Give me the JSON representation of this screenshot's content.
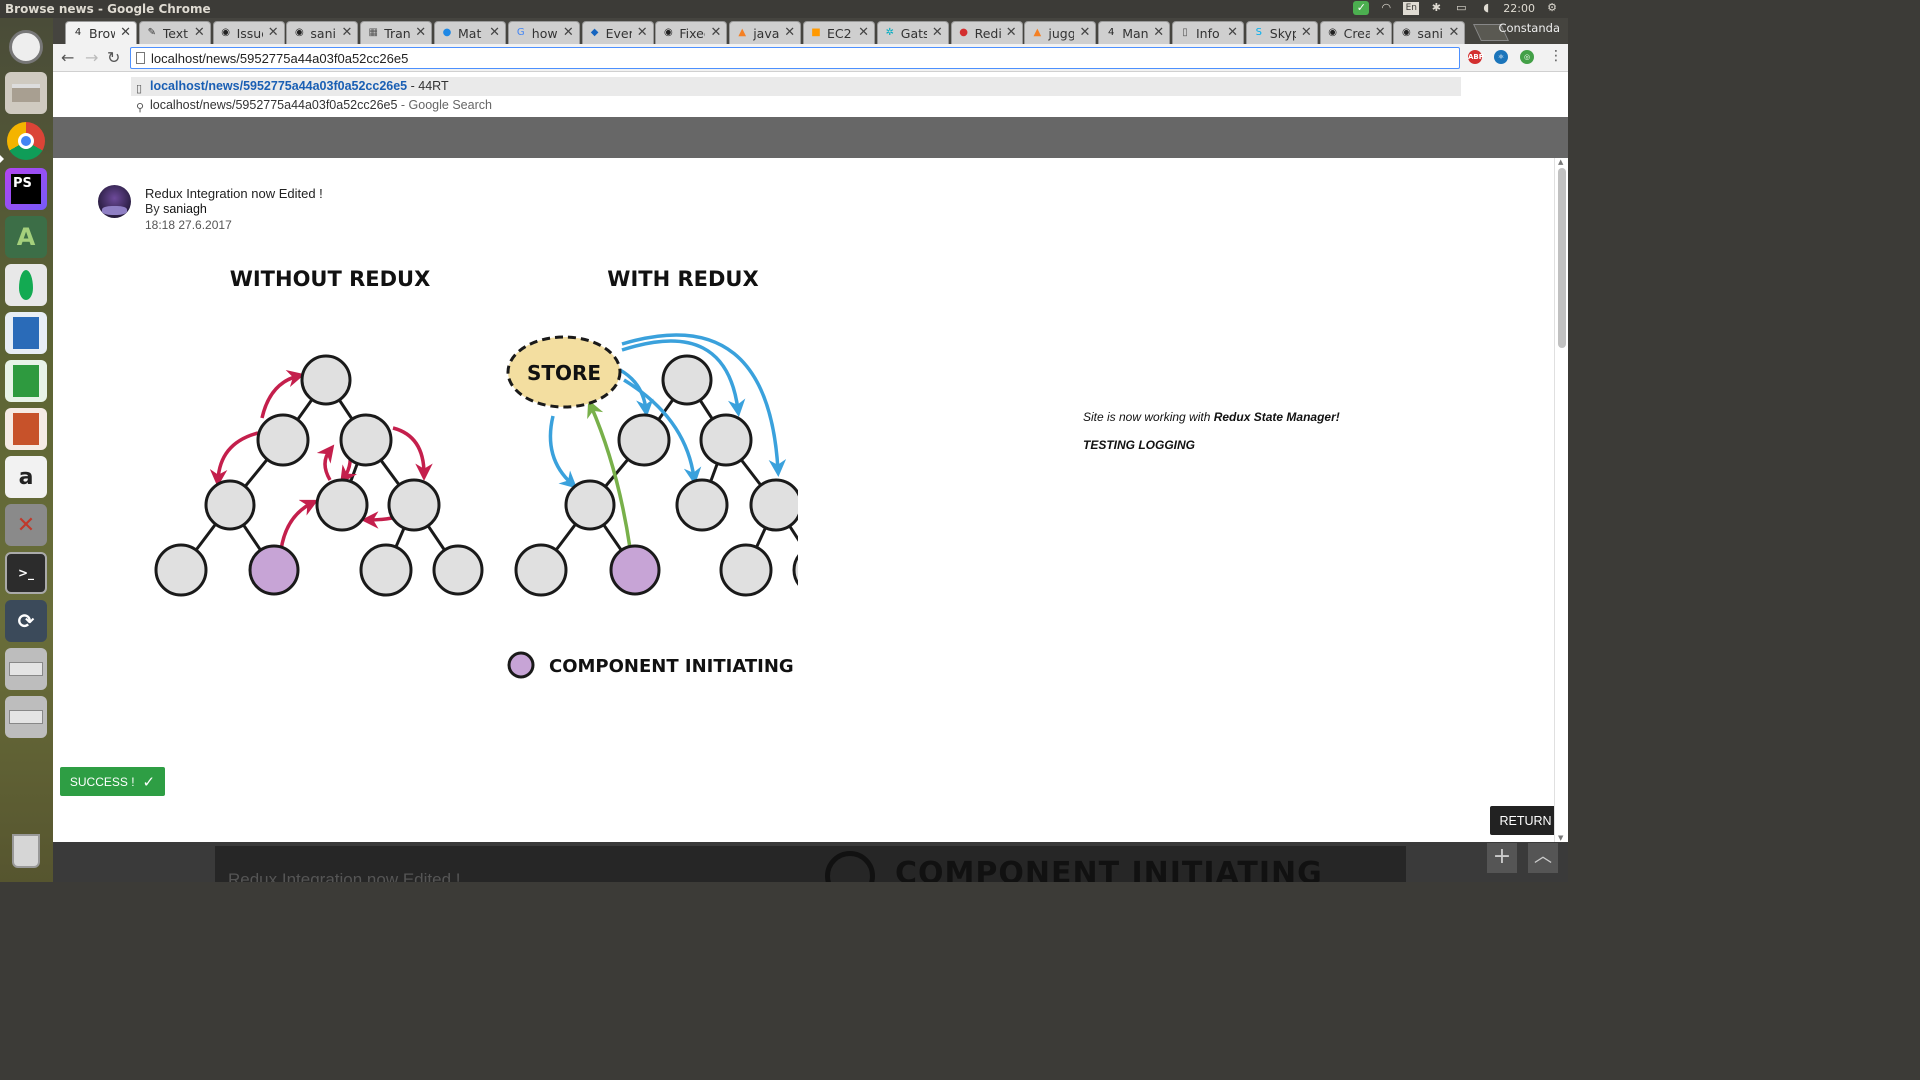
{
  "window": {
    "title": "Browse news - Google Chrome"
  },
  "tray": {
    "lang": "En",
    "time": "22:00",
    "profile": "Constanda"
  },
  "launcher": [
    "ubuntu-dash",
    "files",
    "chrome",
    "phpstorm",
    "android-studio",
    "mongodb",
    "writer",
    "calc",
    "impress",
    "amazon",
    "settings",
    "terminal",
    "software-updater",
    "drive-1",
    "drive-2",
    "trash"
  ],
  "tabs": [
    {
      "label": "Browse news",
      "icon": "4",
      "fav_color": "#222"
    },
    {
      "label": "Text",
      "icon": "✎",
      "fav_color": "#333"
    },
    {
      "label": "Issues",
      "icon": "◉",
      "fav_color": "#222"
    },
    {
      "label": "saniagh",
      "icon": "◉",
      "fav_color": "#222"
    },
    {
      "label": "Trans",
      "icon": "▦",
      "fav_color": "#555"
    },
    {
      "label": "Mat",
      "icon": "●",
      "fav_color": "#1e88e5"
    },
    {
      "label": "how",
      "icon": "G",
      "fav_color": "#4285f4"
    },
    {
      "label": "Ever",
      "icon": "◆",
      "fav_color": "#1565c0"
    },
    {
      "label": "Fixed",
      "icon": "◉",
      "fav_color": "#222"
    },
    {
      "label": "java",
      "icon": "▲",
      "fav_color": "#f48024"
    },
    {
      "label": "EC2",
      "icon": "■",
      "fav_color": "#ff9900"
    },
    {
      "label": "Gats",
      "icon": "✲",
      "fav_color": "#00acc1"
    },
    {
      "label": "Redi",
      "icon": "●",
      "fav_color": "#d32f2f"
    },
    {
      "label": "jugg",
      "icon": "▲",
      "fav_color": "#f48024"
    },
    {
      "label": "Man",
      "icon": "4",
      "fav_color": "#222"
    },
    {
      "label": "Info",
      "icon": "▯",
      "fav_color": "#555"
    },
    {
      "label": "Skyp",
      "icon": "S",
      "fav_color": "#00aff0"
    },
    {
      "label": "Crea",
      "icon": "◉",
      "fav_color": "#222"
    },
    {
      "label": "sani",
      "icon": "◉",
      "fav_color": "#222"
    }
  ],
  "omnibox": {
    "value": "localhost/news/5952775a44a03f0a52cc26e5"
  },
  "suggestions": [
    {
      "url": "localhost/news/5952775a44a03f0a52cc26e5",
      "suffix": " - 44RT"
    },
    {
      "url": "localhost/news/5952775a44a03f0a52cc26e5",
      "suffix": " - Google Search"
    }
  ],
  "extensions": [
    {
      "name": "adblock",
      "label": "ABP",
      "color": "#d32f2f"
    },
    {
      "name": "react-devtools",
      "label": "⚛",
      "color": "#1b75bb"
    },
    {
      "name": "green-ext",
      "label": "◎",
      "color": "#43a047"
    }
  ],
  "post": {
    "title": "Redux Integration now Edited !",
    "by_prefix": "By ",
    "author": "saniagh",
    "timestamp": "18:18 27.6.2017",
    "side_text_prefix": "Site is now working with ",
    "side_text_strong": "Redux State Manager!",
    "side_text_2": "TESTING LOGGING"
  },
  "illustration": {
    "left_heading": "WITHOUT REDUX",
    "right_heading": "WITH REDUX",
    "store_label": "STORE",
    "legend": "COMPONENT INITIATING CHANGE",
    "colors": {
      "node": "#e0e0e0",
      "initiator": "#c7a4d6",
      "store": "#f3dea0",
      "red_arrow": "#c41f4c",
      "blue_arrow": "#3aa1dc",
      "green_arrow": "#78b04a"
    }
  },
  "buttons": {
    "success": "SUCCESS !",
    "return": "RETURN"
  },
  "background": {
    "card_title": "Redux Integration now Edited !",
    "card_heading": "COMPONENT INITIATING CHANGE"
  }
}
